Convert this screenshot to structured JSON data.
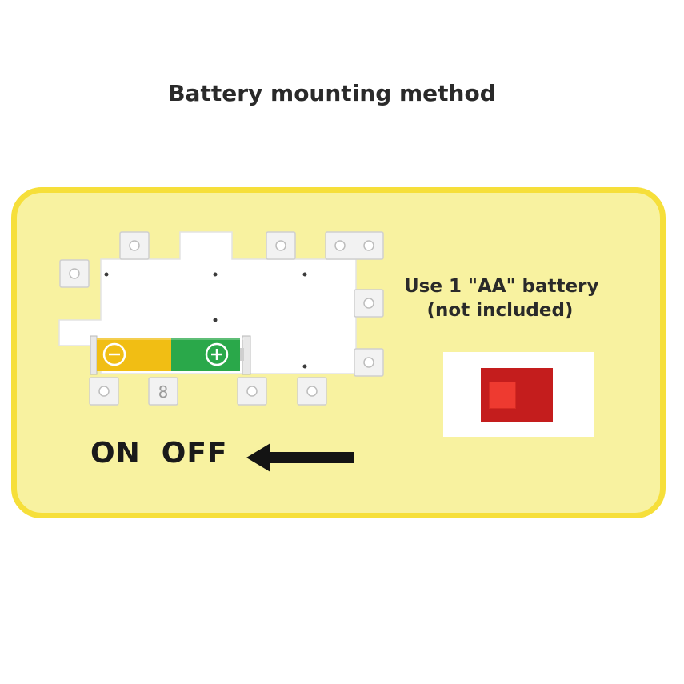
{
  "title": "Battery mounting method",
  "note": {
    "line1": "Use 1 \"AA\" battery",
    "line2": "(not included)"
  },
  "switch": {
    "on_label": "ON",
    "off_label": "OFF"
  },
  "battery": {
    "minus_symbol": "−",
    "plus_symbol": "+",
    "tab_digit": "8"
  },
  "colors": {
    "panel_fill": "#f8f2a0",
    "panel_border": "#f6df3a",
    "battery_negative": "#f1be14",
    "battery_positive": "#2aa84a",
    "switch_body": "#c41d1d",
    "switch_knob": "#ee3a30"
  },
  "icons": [
    "arrow-left-icon",
    "minus-icon",
    "plus-icon"
  ]
}
